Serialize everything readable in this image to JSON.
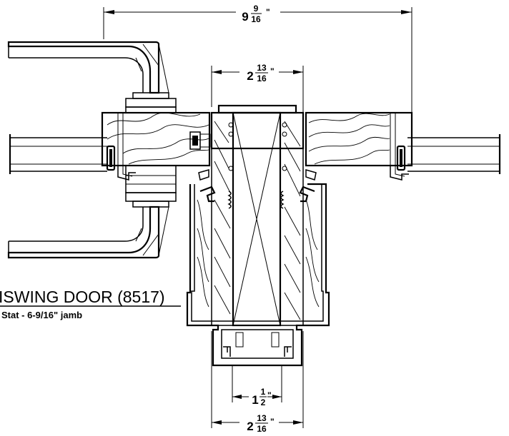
{
  "title": "ISWING DOOR (8517)",
  "subtitle": "Stat - 6-9/16\" jamb",
  "dimensions": {
    "overall": {
      "whole": "9",
      "num": "9",
      "den": "16"
    },
    "stile_top": {
      "whole": "2",
      "num": "13",
      "den": "16"
    },
    "stile_bottom": {
      "whole": "2",
      "num": "13",
      "den": "16"
    },
    "inner": {
      "whole": "1",
      "num": "1",
      "den": "2"
    }
  }
}
